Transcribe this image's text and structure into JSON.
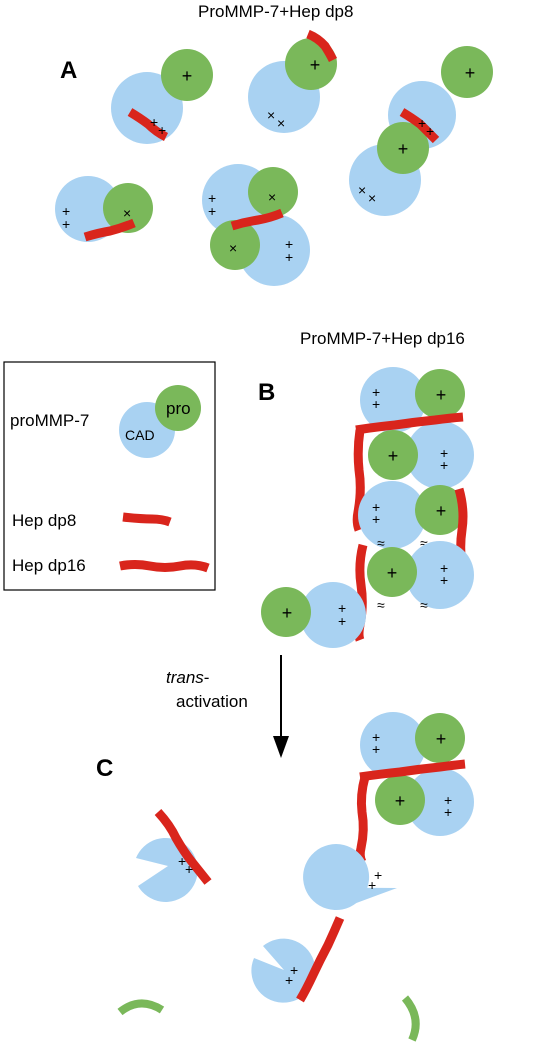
{
  "titles": {
    "panel_a": "ProMMP-7+Hep dp8",
    "panel_b": "ProMMP-7+Hep dp16"
  },
  "panel_labels": {
    "a": "A",
    "b": "B",
    "c": "C"
  },
  "legend": {
    "pro_label": "pro",
    "cad_label": "CAD",
    "prommp7_label": "proMMP-7",
    "hep_dp8_label": "Hep dp8",
    "hep_dp16_label": "Hep dp16"
  },
  "arrow": {
    "label_italic": "trans",
    "label_dash": "-",
    "label_rest": "activation"
  },
  "symbols": {
    "plus": "+",
    "cross": "×",
    "approx": "≈"
  },
  "colors": {
    "cad": "#a9d2f2",
    "pro": "#7ab85a",
    "heparin": "#d9251c",
    "text": "#000000"
  }
}
